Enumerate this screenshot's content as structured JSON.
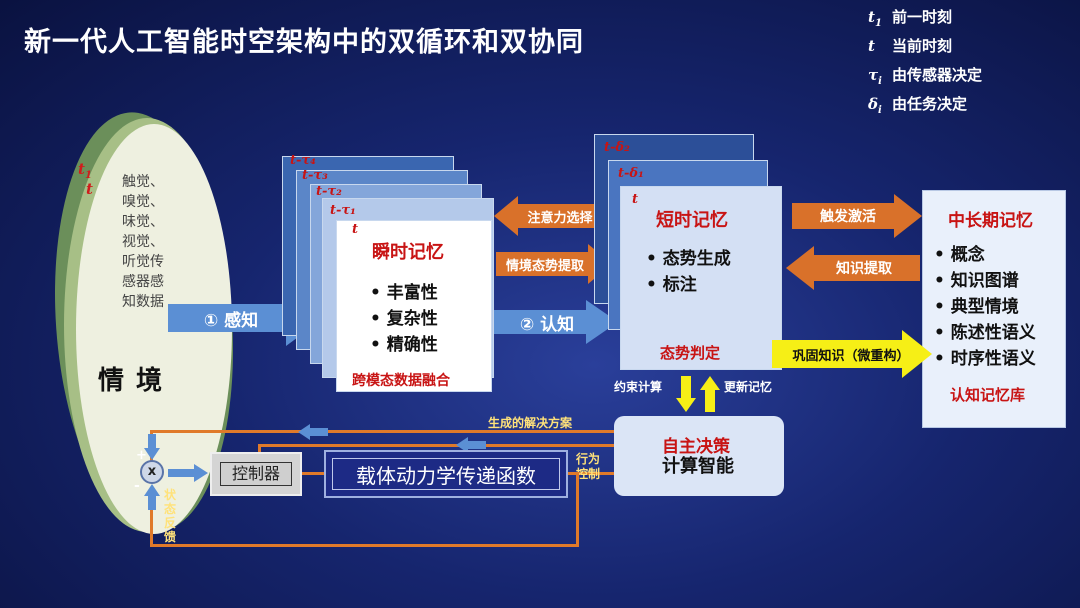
{
  "title": "新一代人工智能时空架构中的双循环和双协同",
  "legend": [
    {
      "sym": "t",
      "sub": "1",
      "text": "前一时刻"
    },
    {
      "sym": "t",
      "sub": "",
      "text": "当前时刻"
    },
    {
      "sym": "τ",
      "sub": "i",
      "text": "由传感器决定"
    },
    {
      "sym": "δ",
      "sub": "i",
      "text": "由任务决定"
    }
  ],
  "context": {
    "t1_label": "t1",
    "t_label": "t",
    "senses": "触觉、嗅觉、味觉、视觉、听觉传感器感知数据",
    "scene": "情境"
  },
  "arrows": {
    "perceive": "① 感知",
    "cognize": "② 认知",
    "attention": "注意力选择",
    "situation_extract": "情境态势提取",
    "trigger": "触发激活",
    "knowledge_extract": "知识提取",
    "consolidate": "巩固知识（微重构）",
    "constraint": "约束计算",
    "update": "更新记忆",
    "solution": "生成的解决方案",
    "action": "行为控制",
    "feedback": "状态反馈"
  },
  "instant_memory": {
    "stack_labels": [
      "t-τ₄",
      "t-τ₃",
      "t-τ₂",
      "t-τ₁",
      "t"
    ],
    "title": "瞬时记忆",
    "items": [
      "• 丰富性",
      "• 复杂性",
      "• 精确性"
    ],
    "footer": "跨模态数据融合"
  },
  "short_memory": {
    "stack_labels": [
      "t-δ₂",
      "t-δ₁",
      "t"
    ],
    "title": "短时记忆",
    "items": [
      "• 态势生成",
      "• 标注"
    ],
    "footer": "态势判定"
  },
  "long_memory": {
    "title": "中长期记忆",
    "items": [
      "• 概念",
      "• 知识图谱",
      "• 典型情境",
      "• 陈述性语义",
      "• 时序性语义"
    ],
    "footer": "认知记忆库"
  },
  "autonomy": {
    "title": "自主决策",
    "subtitle": "计算智能"
  },
  "control": {
    "controller": "控制器",
    "plant": "载体动力学传递函数",
    "sum": "x",
    "plus": "+",
    "minus": "-"
  }
}
